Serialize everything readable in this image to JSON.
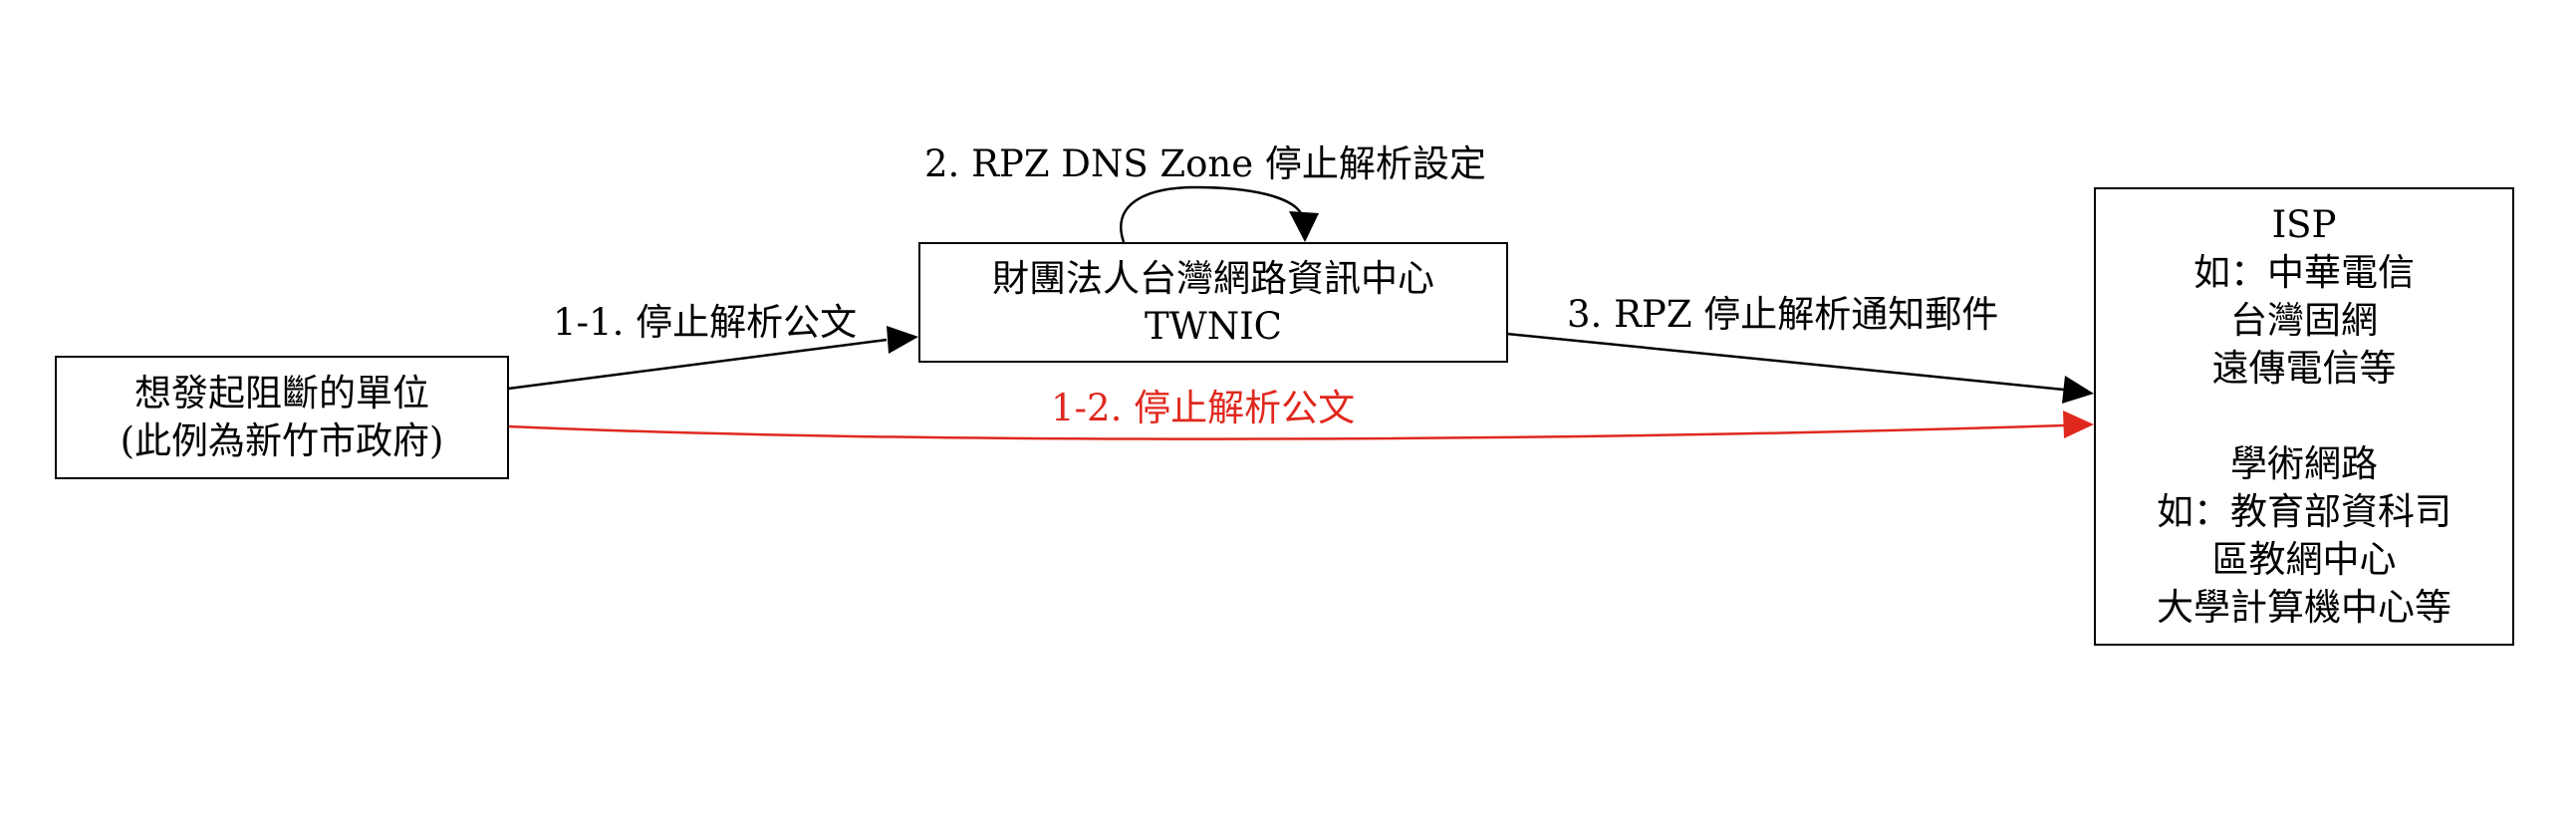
{
  "nodes": {
    "initiator": {
      "lines": [
        "想發起阻斷的單位",
        "(此例為新竹市政府)"
      ]
    },
    "twnic": {
      "lines": [
        "財團法人台灣網路資訊中心",
        "TWNIC"
      ]
    },
    "isp": {
      "lines": [
        "ISP",
        "如：中華電信",
        "台灣固網",
        "遠傳電信等",
        "",
        "學術網路",
        "如：教育部資科司",
        "區教網中心",
        "大學計算機中心等"
      ]
    }
  },
  "edges": {
    "e1_1": {
      "label": "1-1. 停止解析公文",
      "color": "#000000"
    },
    "e1_2": {
      "label": "1-2. 停止解析公文",
      "color": "#e0281e"
    },
    "e2": {
      "label": "2. RPZ DNS Zone 停止解析設定",
      "color": "#000000"
    },
    "e3": {
      "label": "3. RPZ 停止解析通知郵件",
      "color": "#000000"
    }
  }
}
